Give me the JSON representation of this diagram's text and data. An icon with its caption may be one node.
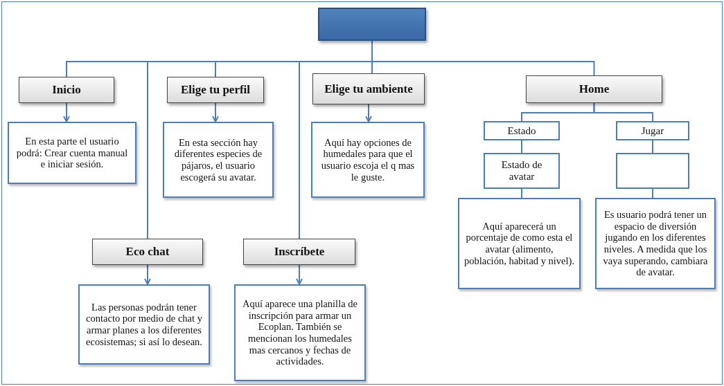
{
  "diagram": {
    "nodes": [
      {
        "text": [],
        "shape": "box"
      },
      {
        "text": [
          "Inicio"
        ]
      },
      {
        "text": [
          "En esta parte el usuario podrá: Crear cuenta manual e iniciar sesión."
        ]
      },
      {
        "text": [
          "Elige tu perfil"
        ]
      },
      {
        "text": [
          "En esta sección hay diferentes especies de pájaros, el usuario escogerá su avatar."
        ]
      },
      {
        "text": [
          "Elige tu ambiente"
        ]
      },
      {
        "text": [
          "Aquí hay opciones de humedales para que el usuario escoja el q mas le guste."
        ]
      },
      {
        "text": [
          "Home"
        ]
      },
      {
        "text": [
          "Estado"
        ]
      },
      {
        "text": [
          "Estado de avatar"
        ]
      },
      {
        "text": [
          "Aquí aparecerá un porcentaje de como esta el avatar (alimento, población, habitad y nivel)."
        ]
      },
      {
        "text": [
          "Jugar"
        ]
      },
      {
        "text": [],
        "shape": "box"
      },
      {
        "text": [
          "Es usuario podrá tener un espacio de diversión jugando en los diferentes niveles. A medida que los vaya superando, cambiara de avatar."
        ]
      },
      {
        "text": [
          "Eco chat"
        ]
      },
      {
        "text": [
          "Las personas podrán tener contacto por medio de chat y armar planes a los diferentes ecosistemas; si así lo desean."
        ]
      },
      {
        "text": [
          "Inscríbete"
        ]
      },
      {
        "text": [
          "Aquí aparece una planilla de inscripción para armar un Ecoplan. También se mencionan los humedales mas cercanos y fechas de actividades."
        ]
      }
    ],
    "edges": [
      {
        "from": 0,
        "to": 1,
        "arrow": "none"
      },
      {
        "from": 0,
        "to": 14,
        "arrow": "none"
      },
      {
        "from": 0,
        "to": 3,
        "arrow": "none"
      },
      {
        "from": 0,
        "to": 16,
        "arrow": "none"
      },
      {
        "from": 0,
        "to": 5,
        "arrow": "none"
      },
      {
        "from": 0,
        "to": 7,
        "arrow": "none"
      },
      {
        "from": 1,
        "to": 2,
        "arrow": "to"
      },
      {
        "from": 3,
        "to": 4,
        "arrow": "to"
      },
      {
        "from": 5,
        "to": 6,
        "arrow": "to"
      },
      {
        "from": 14,
        "to": 15,
        "arrow": "to"
      },
      {
        "from": 16,
        "to": 17,
        "arrow": "to"
      },
      {
        "from": 7,
        "to": 8,
        "arrow": "none"
      },
      {
        "from": 7,
        "to": 11,
        "arrow": "none"
      },
      {
        "from": 8,
        "to": 9,
        "arrow": "none"
      },
      {
        "from": 9,
        "to": 10,
        "arrow": "none"
      },
      {
        "from": 11,
        "to": 12,
        "arrow": "none"
      },
      {
        "from": 12,
        "to": 13,
        "arrow": "none"
      }
    ]
  }
}
